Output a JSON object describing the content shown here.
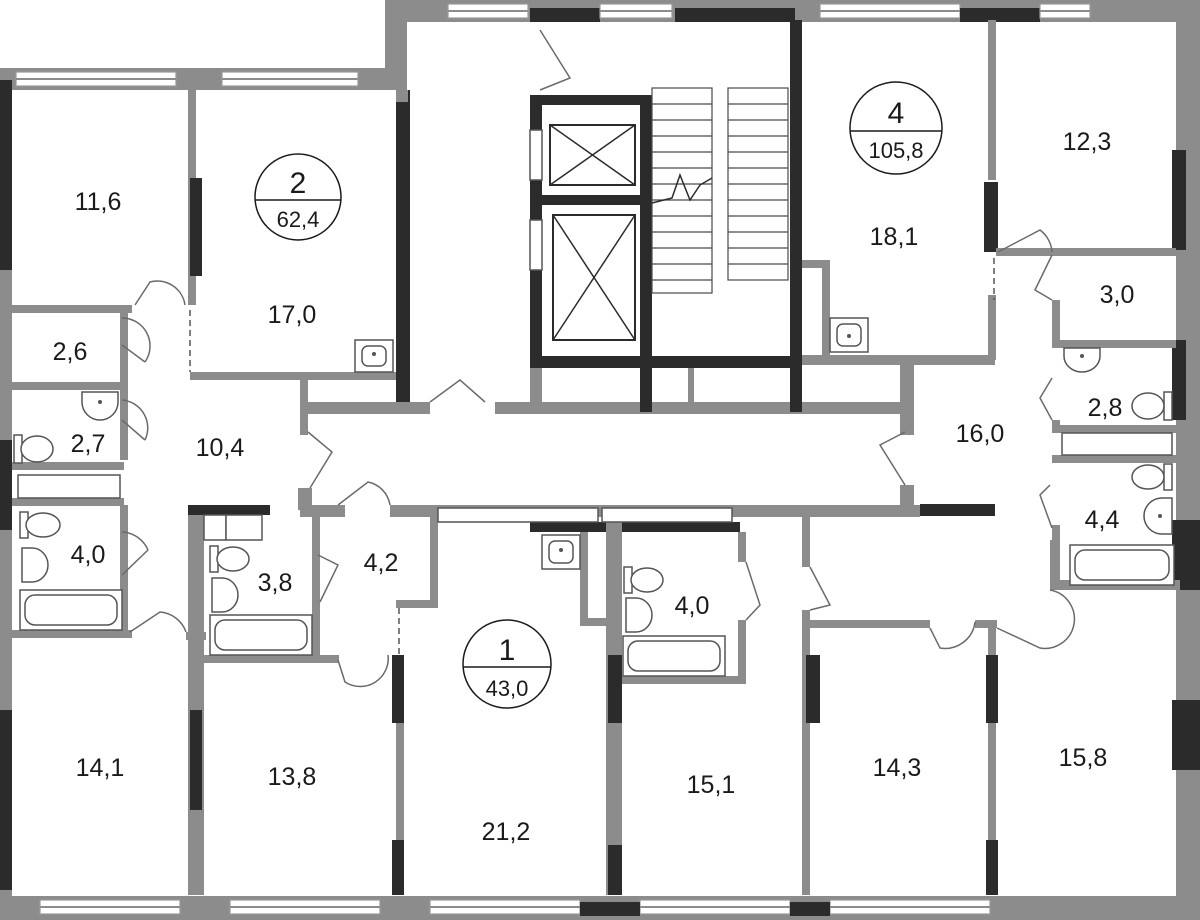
{
  "colors": {
    "wall": "#8c8c8c",
    "wall_dark": "#2b2b2b",
    "background": "#ffffff",
    "text": "#1a1a1a"
  },
  "apartments": [
    {
      "number": "1",
      "area": "43,0"
    },
    {
      "number": "2",
      "area": "62,4"
    },
    {
      "number": "4",
      "area": "105,8"
    }
  ],
  "rooms": [
    "11,6",
    "17,0",
    "2,6",
    "2,7",
    "10,4",
    "4,0",
    "14,1",
    "3,8",
    "4,2",
    "13,8",
    "21,2",
    "4,0",
    "15,1",
    "14,3",
    "15,8",
    "18,1",
    "12,3",
    "3,0",
    "2,8",
    "16,0",
    "4,4"
  ],
  "icons": [
    "toilet-icon",
    "sink-icon",
    "bathtub-icon",
    "elevator-icon",
    "stair-icon",
    "door-swing-icon",
    "window-icon"
  ]
}
